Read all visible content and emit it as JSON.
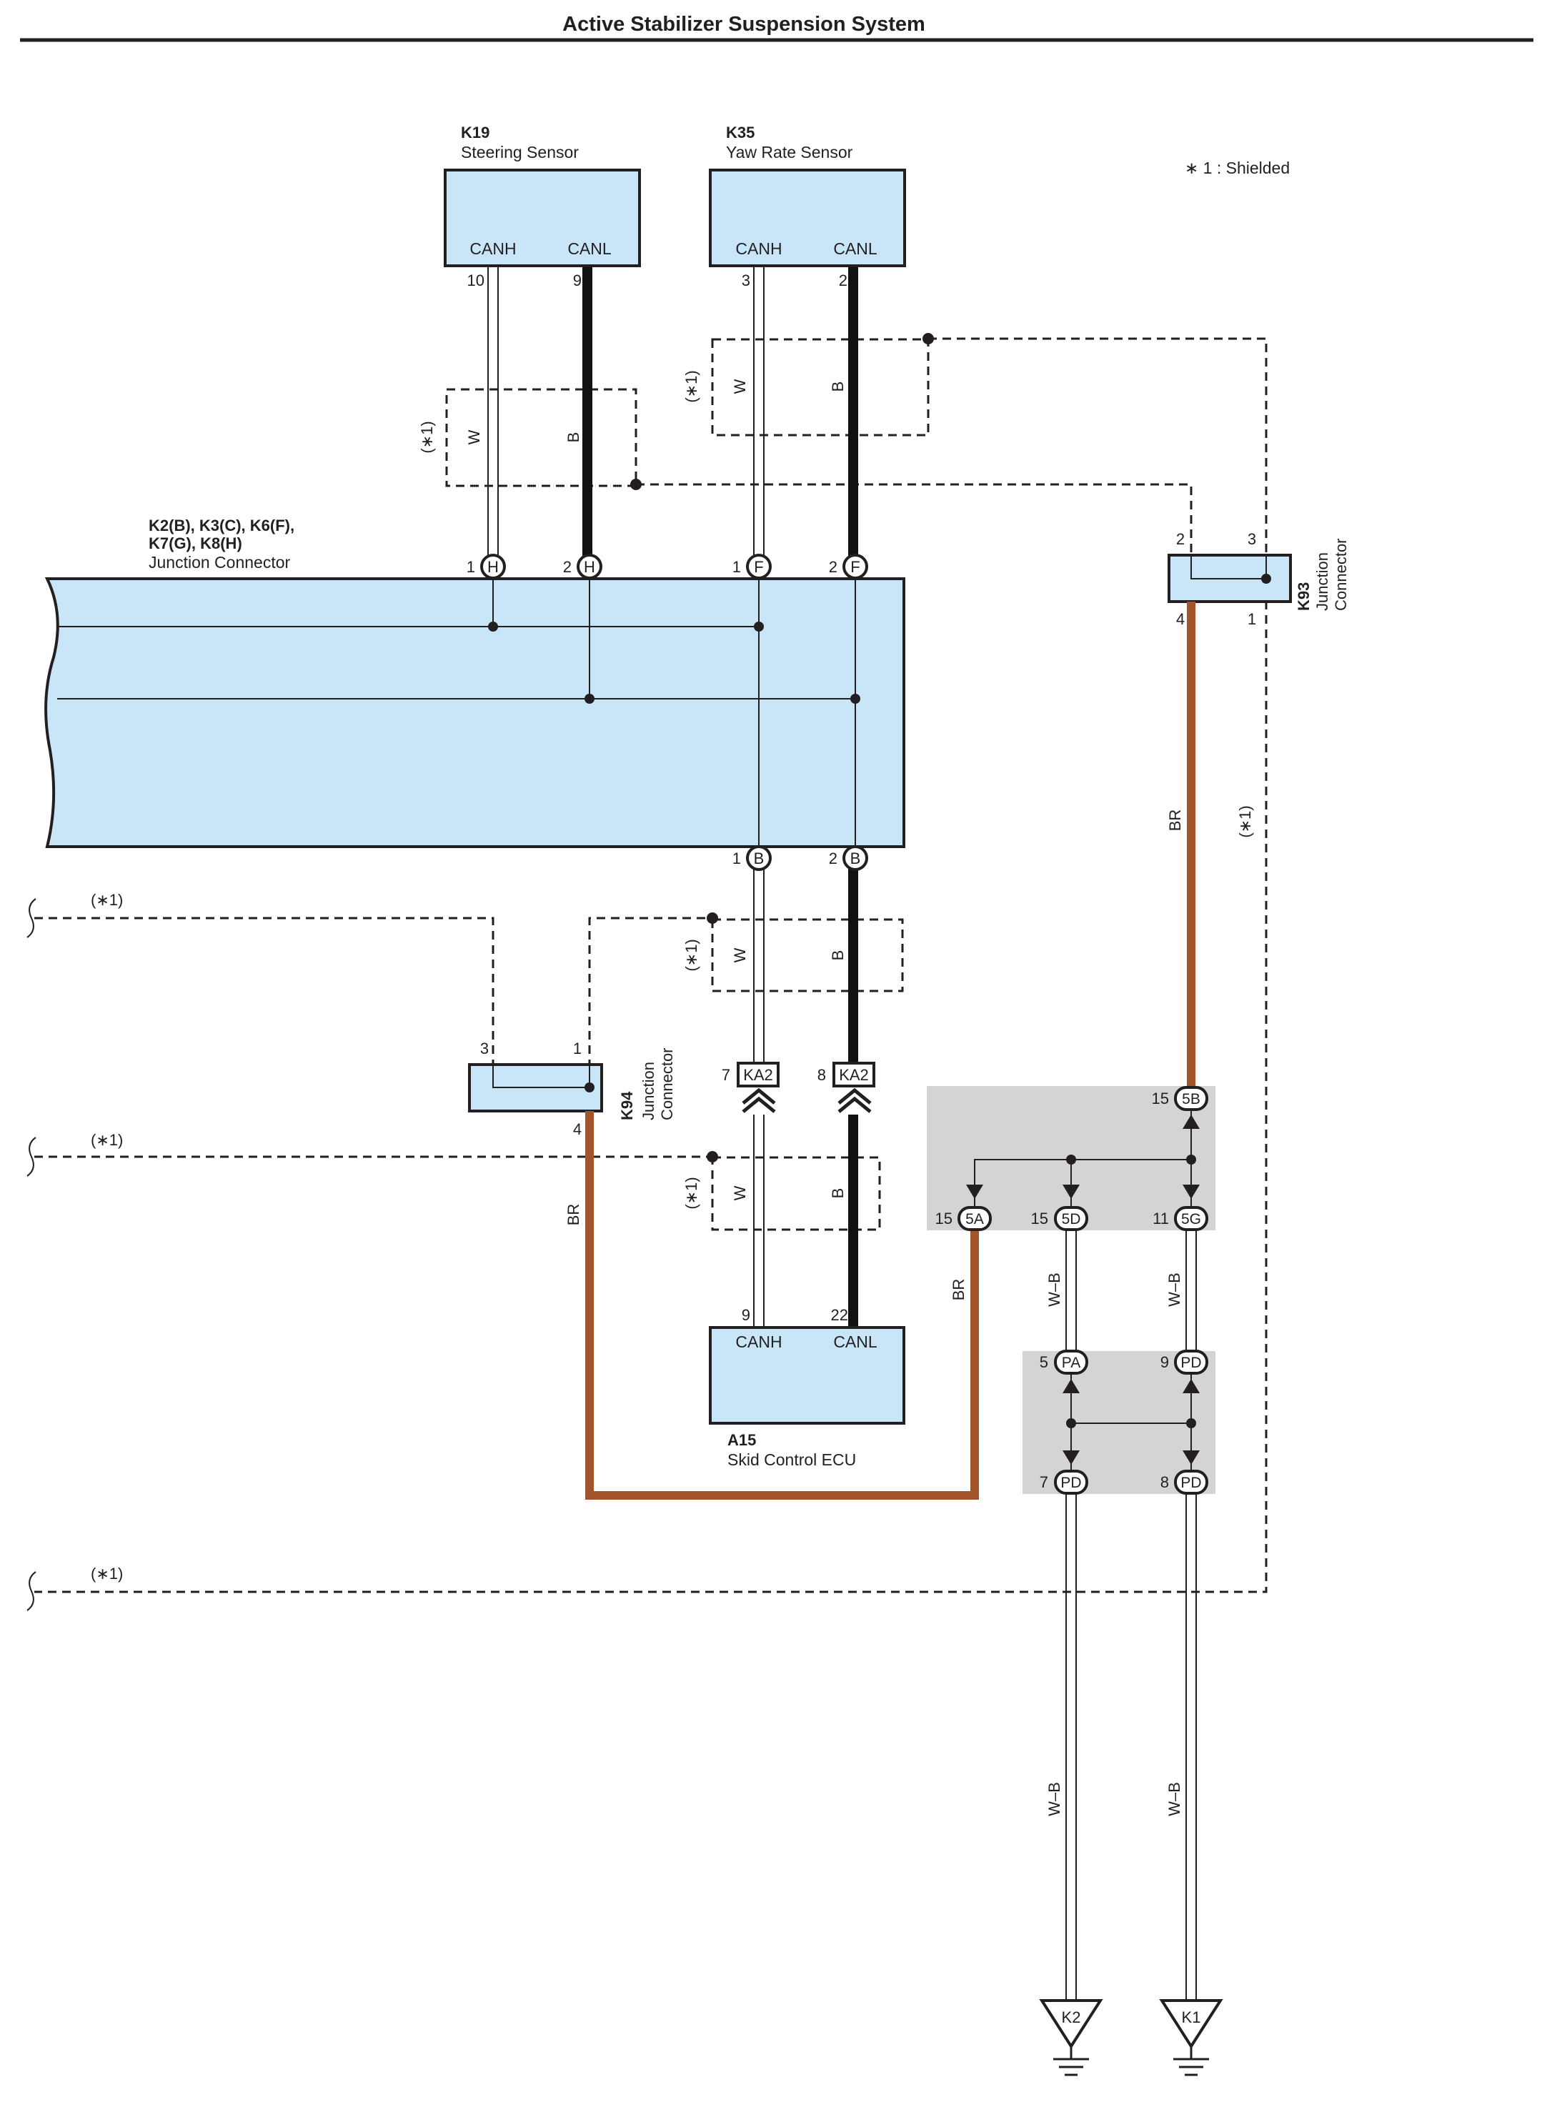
{
  "title": "Active Stabilizer Suspension System",
  "legend_shielded": "∗ 1 : Shielded",
  "shield_mark": "(∗1)",
  "components": {
    "k19": {
      "code": "K19",
      "name": "Steering Sensor",
      "pin_canh": "CANH",
      "pin_canl": "CANL",
      "num_canh": "10",
      "num_canl": "9"
    },
    "k35": {
      "code": "K35",
      "name": "Yaw Rate Sensor",
      "pin_canh": "CANH",
      "pin_canl": "CANL",
      "num_canh": "3",
      "num_canl": "2"
    },
    "a15": {
      "code": "A15",
      "name": "Skid Control ECU",
      "pin_canh": "CANH",
      "pin_canl": "CANL",
      "num_canh": "9",
      "num_canl": "22"
    },
    "junction_main": {
      "line1": "K2(B), K3(C), K6(F),",
      "line2": "K7(G), K8(H)",
      "name": "Junction Connector"
    },
    "k93": {
      "code": "K93",
      "line1": "Junction",
      "line2": "Connector",
      "pin2": "2",
      "pin3": "3",
      "pin4": "4",
      "pin1": "1"
    },
    "k94": {
      "code": "K94",
      "line1": "Junction",
      "line2": "Connector",
      "pin3": "3",
      "pin1": "1",
      "pin4": "4"
    }
  },
  "wire_colors": {
    "w": "W",
    "b": "B",
    "br": "BR",
    "wb": "W–B"
  },
  "junction_pins": {
    "h1_num": "1",
    "h1": "H",
    "h2_num": "2",
    "h2": "H",
    "f1_num": "1",
    "f1": "F",
    "f2_num": "2",
    "f2": "F",
    "b1_num": "1",
    "b1": "B",
    "b2_num": "2",
    "b2": "B"
  },
  "ka2": {
    "label": "KA2",
    "pin_left": "7",
    "pin_right": "8"
  },
  "splices": {
    "s5b": {
      "label": "5B",
      "num": "15"
    },
    "s5a": {
      "label": "5A",
      "num": "15"
    },
    "s5d": {
      "label": "5D",
      "num": "15"
    },
    "s5g": {
      "label": "5G",
      "num": "11"
    },
    "spa": {
      "label": "PA",
      "num": "5"
    },
    "spd9": {
      "label": "PD",
      "num": "9"
    },
    "spd7": {
      "label": "PD",
      "num": "7"
    },
    "spd8": {
      "label": "PD",
      "num": "8"
    }
  },
  "grounds": {
    "k2": "K2",
    "k1": "K1"
  },
  "accent_colors": {
    "box_fill": "#c8e6f8",
    "br_wire": "#a4542a",
    "splice_bg": "#d4d4d4"
  }
}
